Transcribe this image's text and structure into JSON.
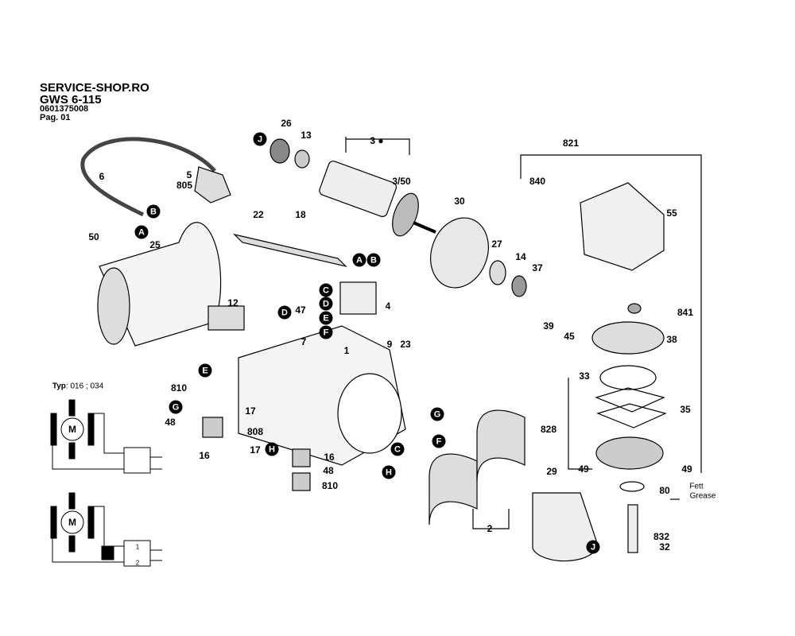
{
  "header": {
    "shop": "SERVICE-SHOP.RO",
    "model": "GWS 6-115",
    "part_number": "0601375008",
    "page": "Pag. 01"
  },
  "schematic": {
    "type_label": "Typ",
    "type_values": ": 016 ; 034",
    "motor": "M",
    "switch_1": "1",
    "switch_2": "2"
  },
  "callouts": {
    "A": "A",
    "B": "B",
    "C": "C",
    "D": "D",
    "E": "E",
    "F": "F",
    "G": "G",
    "H": "H",
    "J": "J"
  },
  "parts": {
    "p26": "26",
    "p13": "13",
    "p3": "3",
    "p3_50": "3/50",
    "p5": "5",
    "p805": "805",
    "p6": "6",
    "p22": "22",
    "p18": "18",
    "p30": "30",
    "p821": "821",
    "p840": "840",
    "p55": "55",
    "p50": "50",
    "p25": "25",
    "p27": "27",
    "p14": "14",
    "p37": "37",
    "p4": "4",
    "p12": "12",
    "p47": "47",
    "p7": "7",
    "p1": "1",
    "p9": "9",
    "p23": "23",
    "p39": "39",
    "p45": "45",
    "p841": "841",
    "p38": "38",
    "p33": "33",
    "p810": "810",
    "p48": "48",
    "p17": "17",
    "p35": "35",
    "p16": "16",
    "p808": "808",
    "p828": "828",
    "p49": "49",
    "p29": "29",
    "p80": "80",
    "p2": "2",
    "p832": "832",
    "p32": "32"
  },
  "grease_note": {
    "de": "Fett",
    "en": "Grease"
  }
}
